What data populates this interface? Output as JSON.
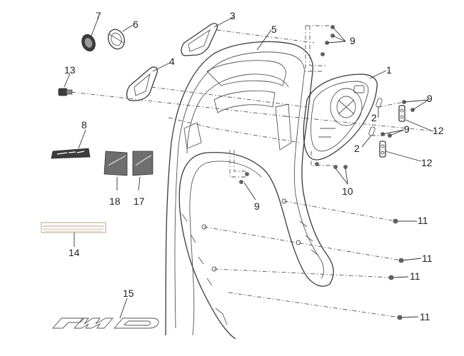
{
  "diagram": {
    "callouts": [
      {
        "id": "c1",
        "label": "1"
      },
      {
        "id": "c2a",
        "label": "2"
      },
      {
        "id": "c2b",
        "label": "2"
      },
      {
        "id": "c3",
        "label": "3"
      },
      {
        "id": "c4",
        "label": "4"
      },
      {
        "id": "c5",
        "label": "5"
      },
      {
        "id": "c6",
        "label": "6"
      },
      {
        "id": "c7",
        "label": "7"
      },
      {
        "id": "c8",
        "label": "8"
      },
      {
        "id": "c9a",
        "label": "9"
      },
      {
        "id": "c9b",
        "label": "9"
      },
      {
        "id": "c9c",
        "label": "9"
      },
      {
        "id": "c9d",
        "label": "9"
      },
      {
        "id": "c10",
        "label": "10"
      },
      {
        "id": "c11a",
        "label": "11"
      },
      {
        "id": "c11b",
        "label": "11"
      },
      {
        "id": "c11c",
        "label": "11"
      },
      {
        "id": "c11d",
        "label": "11"
      },
      {
        "id": "c12a",
        "label": "12"
      },
      {
        "id": "c12b",
        "label": "12"
      },
      {
        "id": "c13",
        "label": "13"
      },
      {
        "id": "c14",
        "label": "14"
      },
      {
        "id": "c15",
        "label": "15"
      },
      {
        "id": "c17",
        "label": "17"
      },
      {
        "id": "c18",
        "label": "18"
      }
    ],
    "colors": {
      "line": "#3a3a3a",
      "background": "#ffffff",
      "decal_fill": "#6e6e6e"
    }
  }
}
